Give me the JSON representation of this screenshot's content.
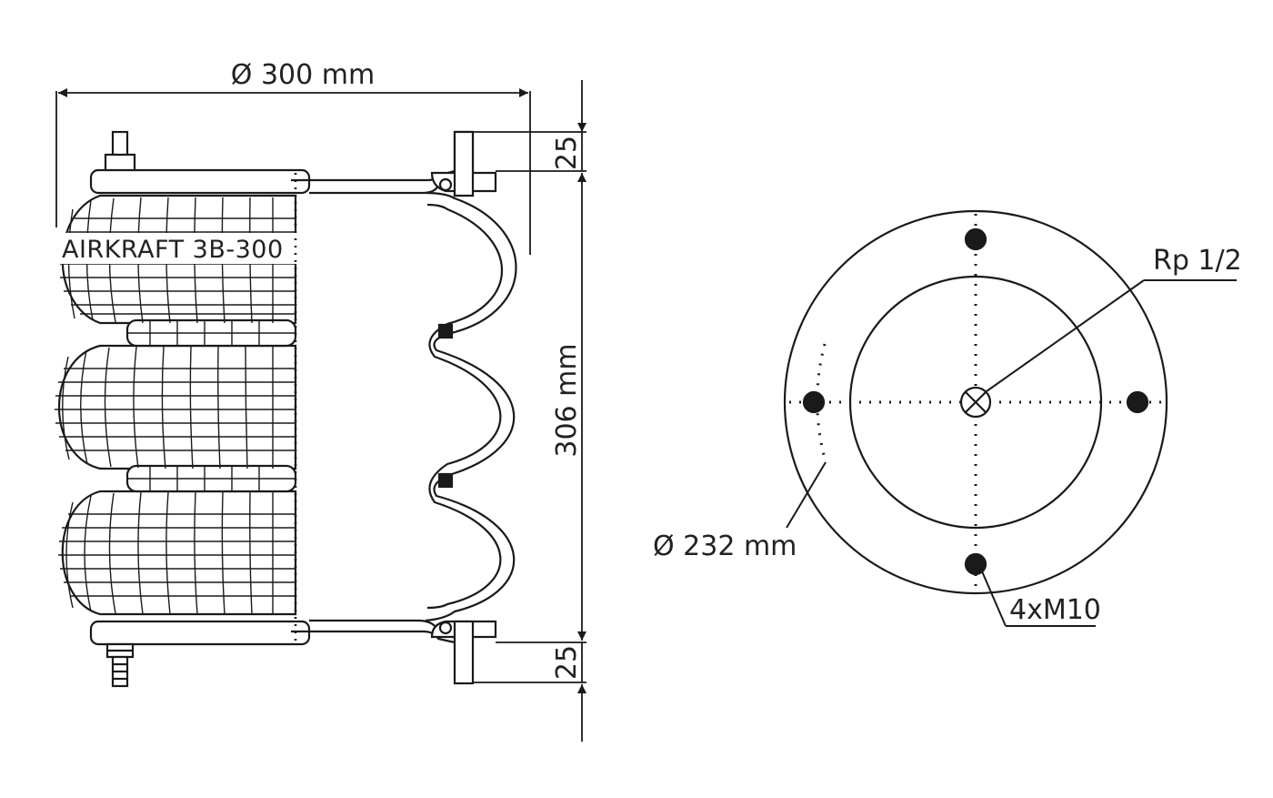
{
  "drawing": {
    "side_view": {
      "label": "AIRKRAFT 3B-300",
      "diameter_label": "Ø 300 mm",
      "height_label": "306 mm",
      "top_plate_label": "25",
      "bottom_plate_label": "25"
    },
    "top_view": {
      "port_label": "Rp 1/2",
      "bolt_circle_label": "Ø 232 mm",
      "bolt_label": "4xM10"
    },
    "line_color": "#1a1a1a"
  }
}
